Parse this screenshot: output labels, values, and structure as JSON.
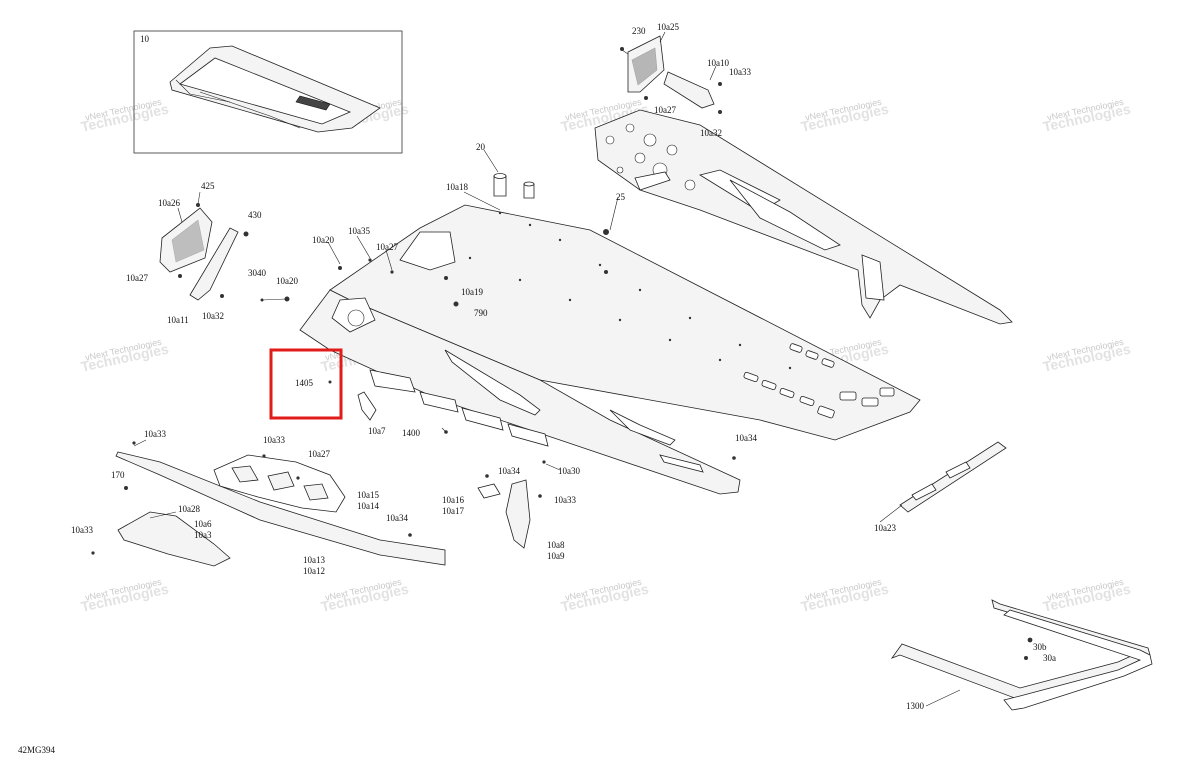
{
  "diagram_code": "42MG394",
  "inset_label": "10",
  "highlight_label": "1405",
  "watermark": {
    "line1": "vNext Technologies",
    "line2": "Technologies"
  },
  "callouts": [
    "10a25",
    "230",
    "10a10",
    "10a33",
    "10a27",
    "10a32",
    "20",
    "10a18",
    "25",
    "425",
    "10a26",
    "430",
    "10a27",
    "3040",
    "10a20",
    "10a11",
    "10a32",
    "10a20",
    "10a35",
    "10a27",
    "10a19",
    "790",
    "10a7",
    "1400",
    "10a33",
    "10a33",
    "10a27",
    "170",
    "10a28",
    "10a6",
    "10a3",
    "10a33",
    "10a15",
    "10a14",
    "10a34",
    "10a13",
    "10a12",
    "10a34",
    "10a30",
    "10a16",
    "10a17",
    "10a33",
    "10a8",
    "10a9",
    "10a34",
    "10a23",
    "30b",
    "30a",
    "1300"
  ]
}
